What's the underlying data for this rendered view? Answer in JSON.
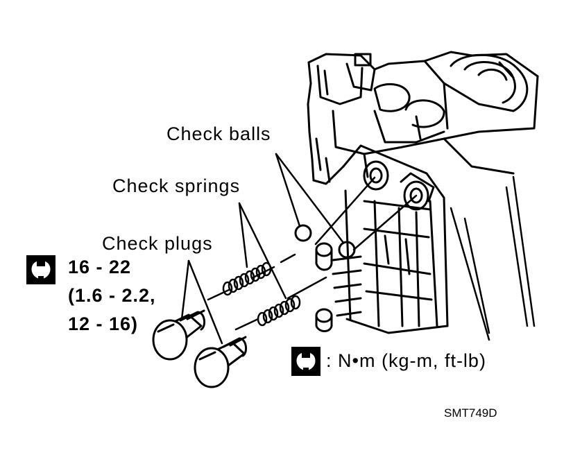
{
  "labels": {
    "check_balls": "Check balls",
    "check_springs": "Check springs",
    "check_plugs": "Check plugs"
  },
  "torque": {
    "line1": "16 - 22",
    "line2": "(1.6 - 2.2,",
    "line3": "12 - 16)"
  },
  "legend": {
    "units": ": N•m (kg-m, ft-lb)"
  },
  "figure_code": "SMT749D",
  "icons": {
    "torque": "torque-wrench-icon"
  }
}
